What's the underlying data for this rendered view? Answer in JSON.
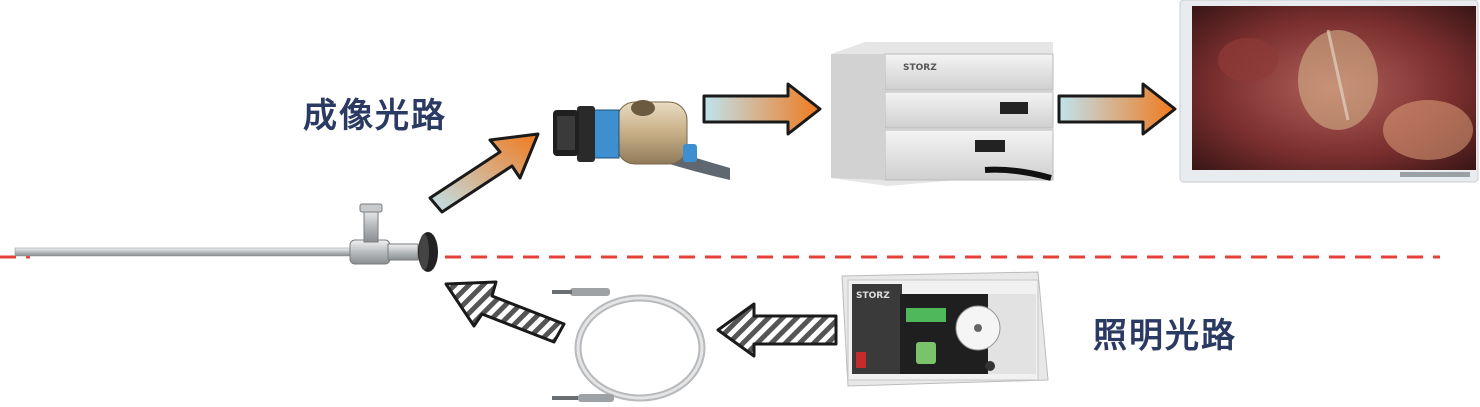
{
  "diagram": {
    "imaging_path_label": "成像光路",
    "illumination_path_label": "照明光路",
    "brand": "STORZ",
    "colors": {
      "title_text": "#2b3a63",
      "dashed_divider": "#e5403a",
      "arrow_gradient_start": "#bfe3ee",
      "arrow_gradient_end": "#f07a1e",
      "arrow_outline": "#1a1a1a",
      "hatch": "#555555"
    },
    "flow": {
      "imaging": [
        "laparoscope",
        "camera-head",
        "camera-control-unit",
        "monitor"
      ],
      "illumination": [
        "light-source",
        "light-cable",
        "laparoscope"
      ]
    }
  }
}
